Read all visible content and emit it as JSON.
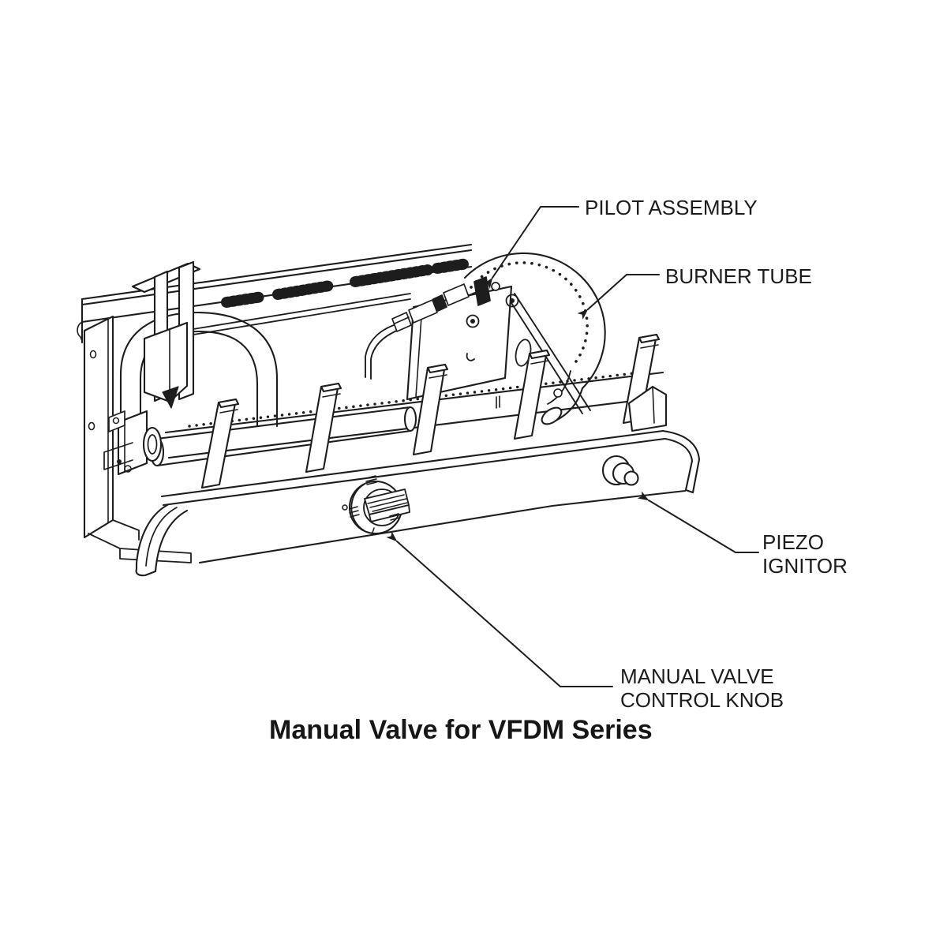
{
  "figure": {
    "caption": "Manual Valve for VFDM Series",
    "labels": {
      "pilot_assembly": "PILOT ASSEMBLY",
      "burner_tube": "BURNER TUBE",
      "piezo_ignitor": [
        "PIEZO",
        "IGNITOR"
      ],
      "manual_valve_control_knob": [
        "MANUAL VALVE",
        "CONTROL KNOB"
      ]
    },
    "colors": {
      "line": "#1d1d1d",
      "background": "#ffffff",
      "text": "#1c1c1c"
    }
  }
}
